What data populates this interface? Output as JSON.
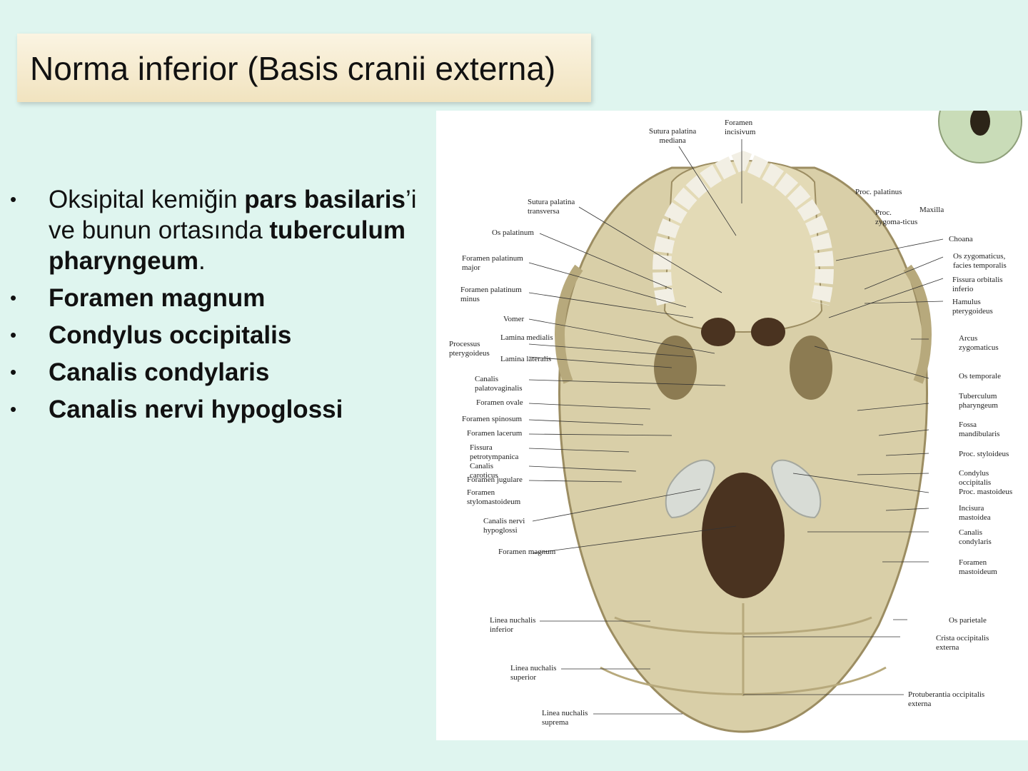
{
  "slide": {
    "title": "Norma inferior (Basis cranii externa)",
    "bullets": [
      {
        "parts": [
          {
            "text": "Oksipital kemiğin ",
            "bold": false
          },
          {
            "text": "pars basilaris",
            "bold": true
          },
          {
            "text": "’i ve bunun ortasında ",
            "bold": false
          },
          {
            "text": "tuberculum pharyngeum",
            "bold": true
          },
          {
            "text": ".",
            "bold": false
          }
        ]
      },
      {
        "parts": [
          {
            "text": "Foramen magnum",
            "bold": true
          }
        ]
      },
      {
        "parts": [
          {
            "text": "Condylus occipitalis",
            "bold": true
          }
        ]
      },
      {
        "parts": [
          {
            "text": "Canalis condylaris",
            "bold": true
          }
        ]
      },
      {
        "parts": [
          {
            "text": "Canalis nervi hypoglossi",
            "bold": true
          }
        ]
      }
    ],
    "bullet_glyph": "•"
  },
  "figure": {
    "colors": {
      "bone": "#d9cfa8",
      "bone_dark": "#b7a97c",
      "cavity": "#4a3320",
      "condyle": "#d8dcd6",
      "inset": "#c9dcb8"
    },
    "labels_left": [
      "Sutura palatina mediana",
      "Foramen incisivum",
      "Sutura palatina transversa",
      "Os palatinum",
      "Foramen palatinum major",
      "Foramen palatinum minus",
      "Vomer",
      "Lamina medialis",
      "Processus pterygoideus",
      "Lamina lateralis",
      "Canalis palatovaginalis",
      "Foramen ovale",
      "Foramen spinosum",
      "Foramen lacerum",
      "Fissura petrotympanica",
      "Canalis caroticus",
      "Foramen jugulare",
      "Foramen stylomastoideum",
      "Canalis nervi hypoglossi",
      "Foramen magnum",
      "Linea nuchalis inferior",
      "Linea nuchalis superior",
      "Linea nuchalis suprema"
    ],
    "labels_right": [
      "Proc. palatinus",
      "Proc. zygoma-ticus",
      "Maxilla",
      "Choana",
      "Os zygomaticus, facies temporalis",
      "Fissura orbitalis inferio",
      "Hamulus pterygoideus",
      "Arcus zygomaticus",
      "Os temporale",
      "Tuberculum pharyngeum",
      "Fossa mandibularis",
      "Proc. styloideus",
      "Condylus occipitalis",
      "Proc. mastoideus",
      "Incisura mastoidea",
      "Canalis condylaris",
      "Foramen mastoideum",
      "Os parietale",
      "Crista occipitalis externa",
      "Protuberantia occipitalis externa"
    ]
  }
}
